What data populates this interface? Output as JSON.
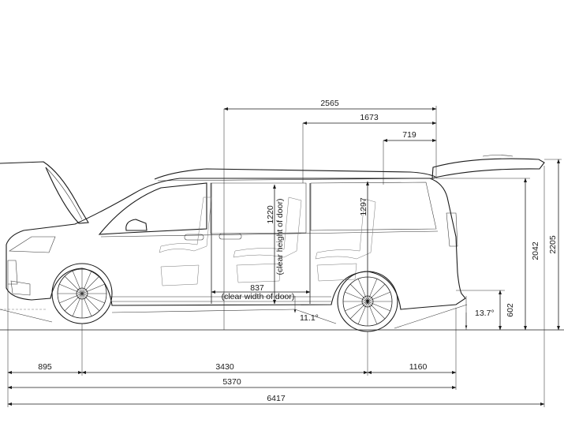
{
  "dimensions": {
    "cargo_length_total": "2565",
    "cargo_length_rear_seats": "1673",
    "cargo_length_behind_last_row": "719",
    "door_clear_height": "1220",
    "door_clear_height_caption": "(clear height of door)",
    "interior_height": "1297",
    "door_clear_width": "837",
    "door_clear_width_caption": "(clear width of door)",
    "departure_angle_front": "11.1°",
    "departure_angle_rear": "13.7°",
    "tailgate_lower_edge_height": "602",
    "vehicle_height": "2042",
    "height_with_open_tailgate": "2205",
    "front_overhang": "895",
    "wheelbase": "3430",
    "rear_overhang": "1160",
    "vehicle_length": "5370",
    "length_with_open_tailgate": "6417"
  },
  "colors": {
    "line": "#1a1a1a",
    "background": "#ffffff"
  },
  "icons": [
    "arrow-head",
    "vehicle-side-view",
    "wheel"
  ]
}
